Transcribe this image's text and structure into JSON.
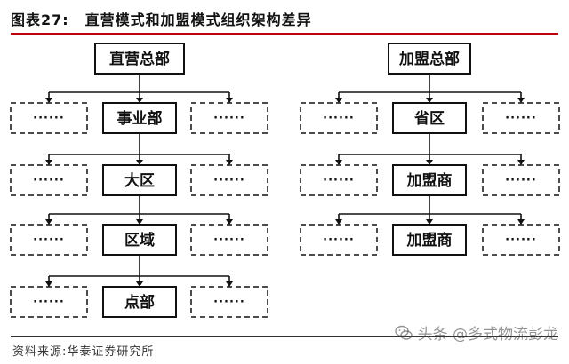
{
  "header": {
    "figure_label": "图表27:",
    "title": "直营模式和加盟模式组织架构差异",
    "rule_color": "#c0000c"
  },
  "diagram": {
    "direct": {
      "root": "直营总部",
      "levels": [
        "事业部",
        "大区",
        "区域",
        "点部"
      ],
      "placeholder": "······"
    },
    "franchise": {
      "root": "加盟总部",
      "levels": [
        "省区",
        "加盟商",
        "加盟商"
      ],
      "placeholder": "······"
    }
  },
  "footer": {
    "source": "资料来源:华泰证券研究所",
    "watermark": "头条 @多式物流彭龙",
    "watermark_icon": "wechat-icon"
  }
}
